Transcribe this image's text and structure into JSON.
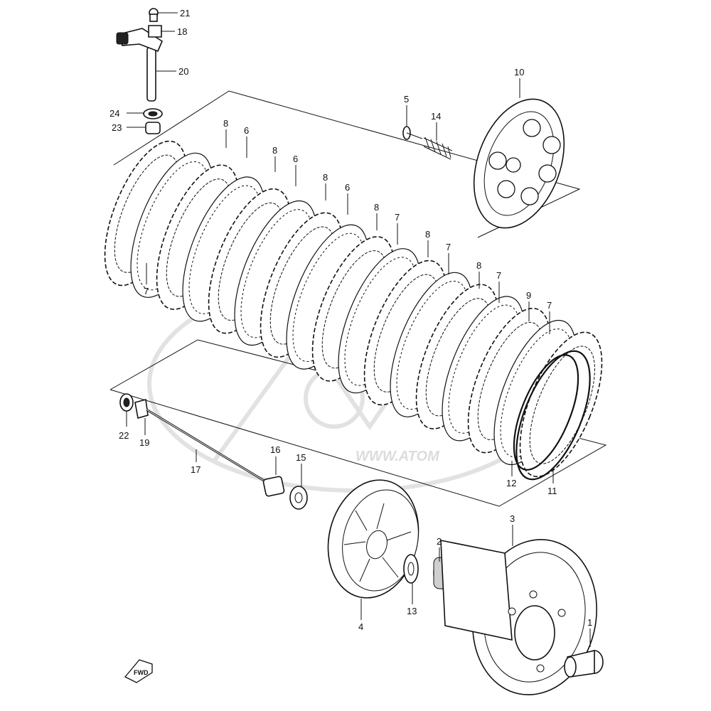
{
  "watermark": {
    "text": "WWW.ATOM"
  },
  "fwd_badge": "FWD",
  "callouts": [
    {
      "id": "21",
      "label": "21"
    },
    {
      "id": "18",
      "label": "18"
    },
    {
      "id": "20",
      "label": "20"
    },
    {
      "id": "24",
      "label": "24"
    },
    {
      "id": "23",
      "label": "23"
    },
    {
      "id": "10",
      "label": "10"
    },
    {
      "id": "5",
      "label": "5"
    },
    {
      "id": "14",
      "label": "14"
    },
    {
      "id": "8a",
      "label": "8"
    },
    {
      "id": "6a",
      "label": "6"
    },
    {
      "id": "8b",
      "label": "8"
    },
    {
      "id": "6b",
      "label": "6"
    },
    {
      "id": "8c",
      "label": "8"
    },
    {
      "id": "6c",
      "label": "6"
    },
    {
      "id": "8d",
      "label": "8"
    },
    {
      "id": "7a",
      "label": "7"
    },
    {
      "id": "8e",
      "label": "8"
    },
    {
      "id": "7b",
      "label": "7"
    },
    {
      "id": "8f",
      "label": "8"
    },
    {
      "id": "7c",
      "label": "7"
    },
    {
      "id": "9",
      "label": "9"
    },
    {
      "id": "7d",
      "label": "7"
    },
    {
      "id": "7e",
      "label": "7"
    },
    {
      "id": "22",
      "label": "22"
    },
    {
      "id": "19",
      "label": "19"
    },
    {
      "id": "17",
      "label": "17"
    },
    {
      "id": "16",
      "label": "16"
    },
    {
      "id": "15",
      "label": "15"
    },
    {
      "id": "12",
      "label": "12"
    },
    {
      "id": "11",
      "label": "11"
    },
    {
      "id": "3",
      "label": "3"
    },
    {
      "id": "2",
      "label": "2"
    },
    {
      "id": "13",
      "label": "13"
    },
    {
      "id": "4",
      "label": "4"
    },
    {
      "id": "1",
      "label": "1"
    }
  ]
}
